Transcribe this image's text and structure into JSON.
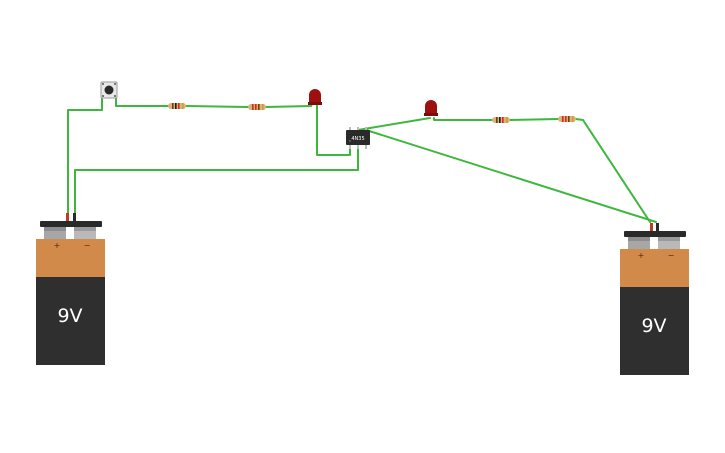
{
  "colors": {
    "wire": "#3db83d",
    "battery_top": "#d28a4b",
    "battery_body": "#2f2f2f",
    "battery_cap": "#2a2a2a",
    "terminal_grey": "#a7a7a7",
    "led_red": "#9e1010",
    "resistor_body": "#d9b27c",
    "ic_body": "#2a2a2a"
  },
  "components": {
    "battery_left": {
      "label": "9V",
      "plus_label": "+",
      "minus_label": "−"
    },
    "battery_right": {
      "label": "9V",
      "plus_label": "+",
      "minus_label": "−"
    },
    "ic": {
      "label": "4N35"
    },
    "pushbutton": {
      "icon": "pushbutton-icon"
    },
    "leds": [
      "led-red-icon",
      "led-red-icon"
    ],
    "resistors": [
      {
        "bands": [
          "#7a3b10",
          "#1a1a1a",
          "#d72a1a",
          "#c8a030"
        ]
      },
      {
        "bands": [
          "#d72a1a",
          "#d72a1a",
          "#7a3b10",
          "#c8a030"
        ]
      },
      {
        "bands": [
          "#7a3b10",
          "#1a1a1a",
          "#d72a1a",
          "#c8a030"
        ]
      },
      {
        "bands": [
          "#d72a1a",
          "#d72a1a",
          "#7a3b10",
          "#c8a030"
        ]
      }
    ]
  }
}
